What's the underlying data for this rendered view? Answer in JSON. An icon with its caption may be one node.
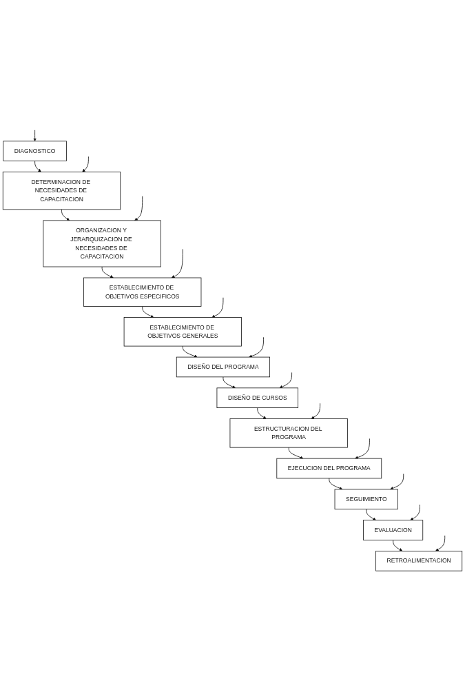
{
  "diagram": {
    "nodes": [
      {
        "text": [
          "DIAGNOSTICO"
        ]
      },
      {
        "text": [
          "DETERMINACION DE NECESIDADES DE CAPACITACION"
        ]
      },
      {
        "text": [
          "ORGANIZACION Y JERARQUIZACION DE NECESIDADES DE CAPACITACION"
        ]
      },
      {
        "text": [
          "ESTABLECIMIENTO DE OBJETIVOS ESPECIFICOS"
        ]
      },
      {
        "text": [
          "ESTABLECIMIENTO DE OBJETIVOS GENERALES"
        ]
      },
      {
        "text": [
          "DISEÑO DEL PROGRAMA"
        ]
      },
      {
        "text": [
          "DISEÑO DE CURSOS"
        ]
      },
      {
        "text": [
          "ESTRUCTURACION DEL PROGRAMA"
        ]
      },
      {
        "text": [
          "EJECUCION DEL PROGRAMA"
        ]
      },
      {
        "text": [
          "SEGUIMIENTO"
        ]
      },
      {
        "text": [
          "EVALUACION"
        ]
      },
      {
        "text": [
          "RETROALIMENTACION"
        ]
      }
    ],
    "edges": [
      {
        "from": 0,
        "to": 1,
        "arrow": "to"
      },
      {
        "from": 1,
        "to": 2,
        "arrow": "to"
      },
      {
        "from": 2,
        "to": 3,
        "arrow": "to"
      },
      {
        "from": 3,
        "to": 4,
        "arrow": "to"
      },
      {
        "from": 4,
        "to": 5,
        "arrow": "to"
      },
      {
        "from": 5,
        "to": 6,
        "arrow": "to"
      },
      {
        "from": 6,
        "to": 7,
        "arrow": "to"
      },
      {
        "from": 7,
        "to": 8,
        "arrow": "to"
      },
      {
        "from": 8,
        "to": 9,
        "arrow": "to"
      },
      {
        "from": 9,
        "to": 10,
        "arrow": "to"
      },
      {
        "from": 10,
        "to": 11,
        "arrow": "to"
      },
      {
        "from": null,
        "to": 0,
        "arrow": "to"
      },
      {
        "from": null,
        "to": 1,
        "arrow": "to"
      },
      {
        "from": null,
        "to": 2,
        "arrow": "to"
      },
      {
        "from": null,
        "to": 3,
        "arrow": "to"
      },
      {
        "from": null,
        "to": 4,
        "arrow": "to"
      },
      {
        "from": null,
        "to": 5,
        "arrow": "to"
      },
      {
        "from": null,
        "to": 6,
        "arrow": "to"
      },
      {
        "from": null,
        "to": 7,
        "arrow": "to"
      },
      {
        "from": null,
        "to": 8,
        "arrow": "to"
      },
      {
        "from": null,
        "to": 9,
        "arrow": "to"
      },
      {
        "from": null,
        "to": 10,
        "arrow": "to"
      },
      {
        "from": null,
        "to": 11,
        "arrow": "to"
      }
    ]
  }
}
